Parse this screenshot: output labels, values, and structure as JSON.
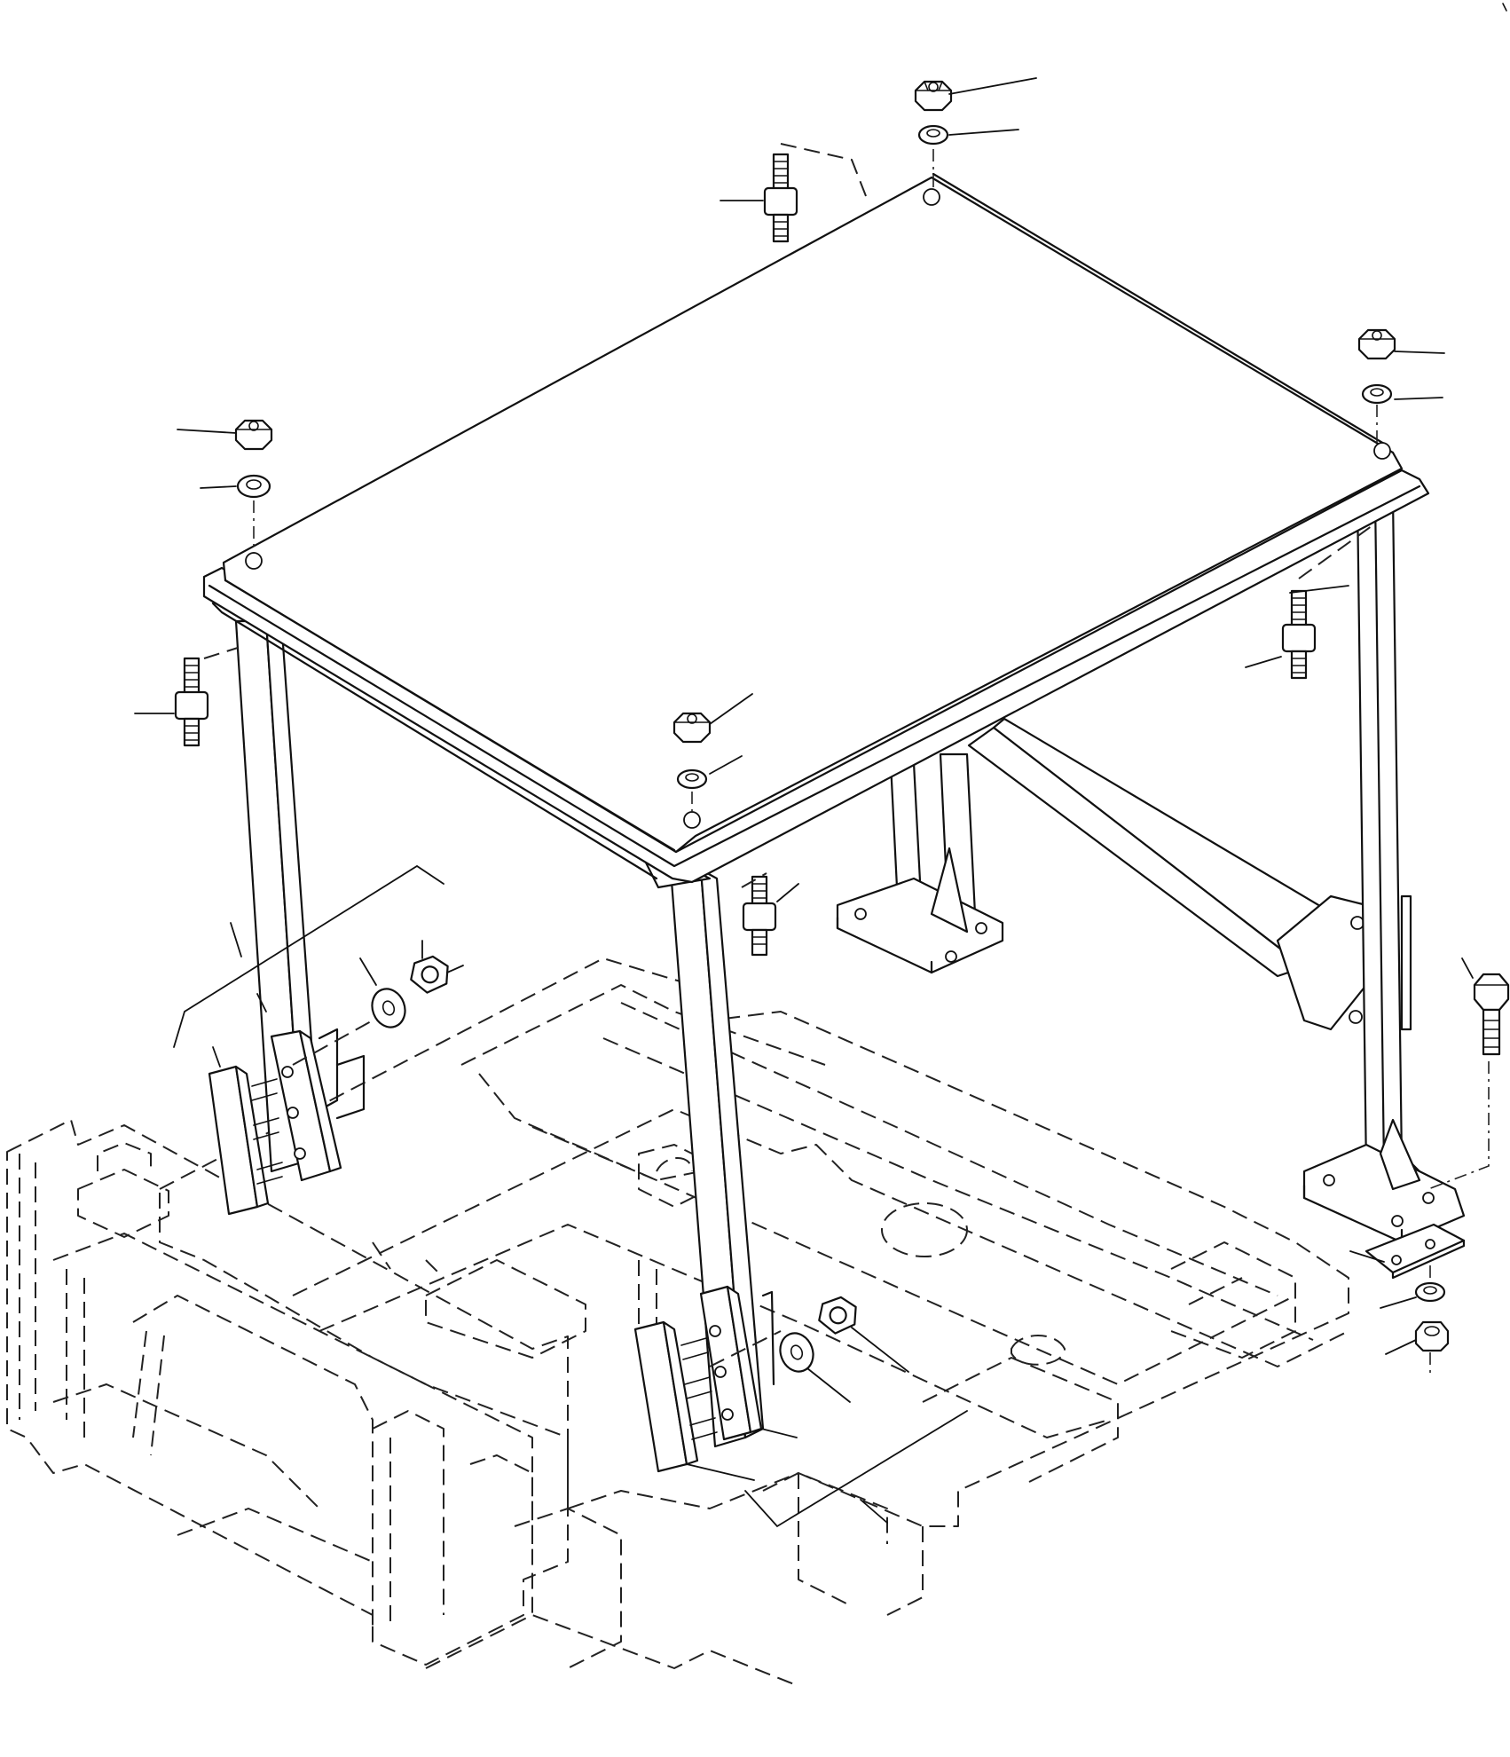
{
  "figure": {
    "style": "isometric exploded parts diagram",
    "line_color": "#111111",
    "background": "#ffffff"
  },
  "parts": [
    {
      "name": "canopy-roof-panel"
    },
    {
      "name": "rops-frame-leg-front-left"
    },
    {
      "name": "rops-frame-leg-front-right"
    },
    {
      "name": "rops-frame-leg-rear-right"
    },
    {
      "name": "rops-frame-leg-rear-left"
    },
    {
      "name": "cross-brace"
    },
    {
      "name": "mounting-base-plate-rear"
    },
    {
      "name": "mounting-base-plate-right"
    },
    {
      "name": "clamp-plate-left"
    },
    {
      "name": "clamp-plate-right"
    },
    {
      "name": "shim-plate"
    },
    {
      "name": "hex-nut"
    },
    {
      "name": "lock-washer"
    },
    {
      "name": "flat-washer"
    },
    {
      "name": "isolator-stud"
    },
    {
      "name": "hex-bolt"
    },
    {
      "name": "machine-frame-phantom"
    }
  ]
}
